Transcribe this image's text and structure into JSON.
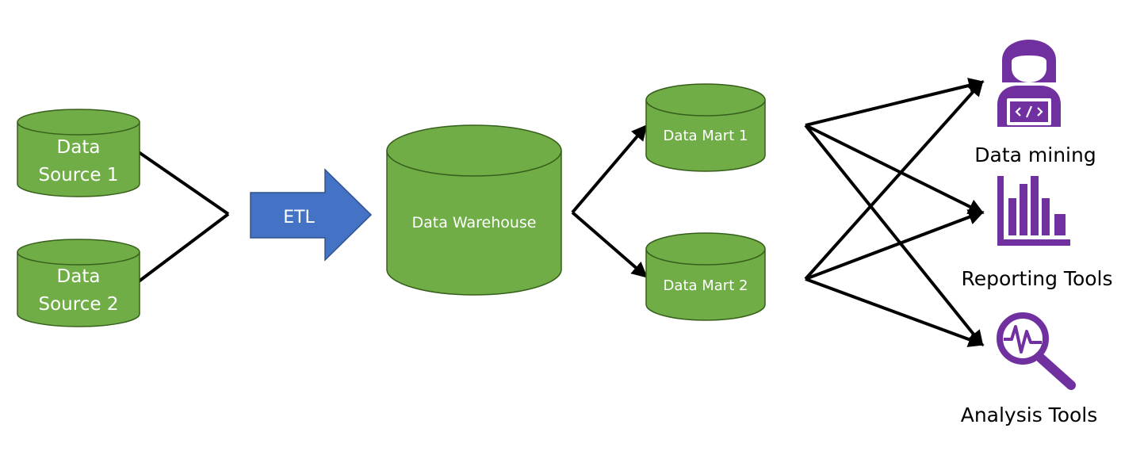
{
  "colors": {
    "cylinder_fill": "#70AD47",
    "cylinder_stroke": "#375F1C",
    "etl_fill": "#4472C4",
    "etl_stroke": "#2F528F",
    "icon_purple": "#7030A0",
    "line": "#000000"
  },
  "sources": [
    {
      "line1": "Data",
      "line2": "Source 1"
    },
    {
      "line1": "Data",
      "line2": "Source 2"
    }
  ],
  "etl": {
    "label": "ETL"
  },
  "warehouse": {
    "label": "Data Warehouse"
  },
  "marts": [
    {
      "label": "Data Mart 1"
    },
    {
      "label": "Data Mart 2"
    }
  ],
  "tools": [
    {
      "label": "Data mining",
      "icon": "developer-laptop-icon"
    },
    {
      "label": "Reporting Tools",
      "icon": "bar-chart-icon"
    },
    {
      "label": "Analysis Tools",
      "icon": "magnifier-pulse-icon"
    }
  ]
}
